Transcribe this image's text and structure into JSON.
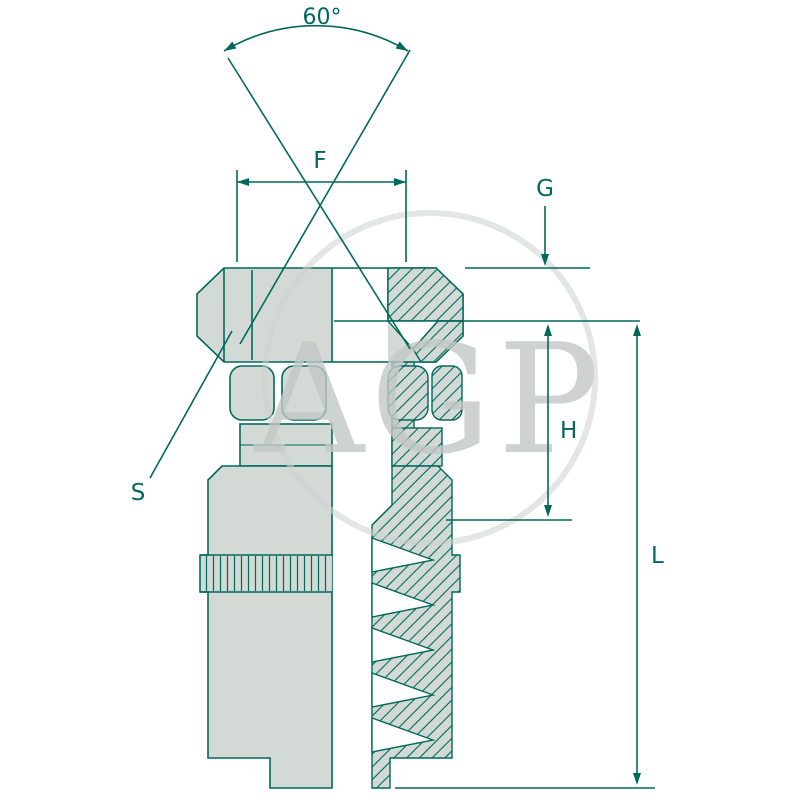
{
  "drawing": {
    "type": "hydraulic-fitting-section-drawing",
    "watermark_text": "AGP",
    "dimension_labels": {
      "cone_angle": "60°",
      "f": "F",
      "g": "G",
      "h": "H",
      "l": "L",
      "s": "S"
    },
    "colors": {
      "line": "#00695c",
      "body_fill": "#d3dad6",
      "watermark": "#c3c7c5",
      "background": "#ffffff"
    }
  }
}
